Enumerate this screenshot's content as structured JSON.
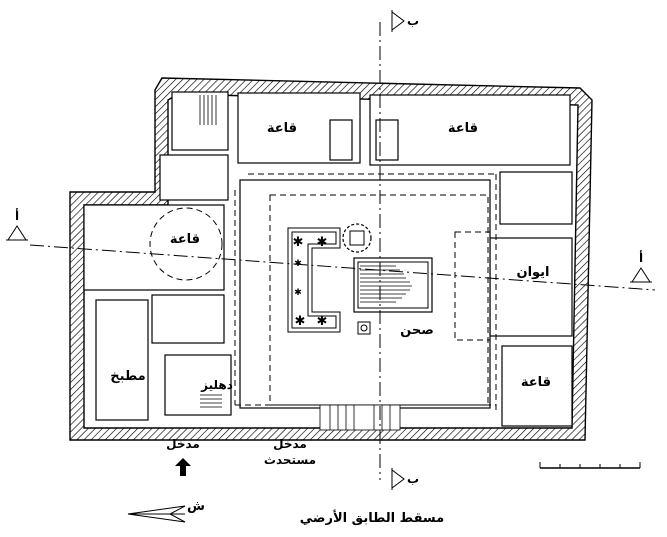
{
  "rooms": {
    "qaa_top_left": "قاعة",
    "qaa_top_right": "قاعة",
    "qaa_left": "قاعة",
    "iwan": "ايوان",
    "qaa_bottom_right": "قاعة",
    "kitchen": "مطبخ",
    "dehliz": "دهليز",
    "sahn": "صحن"
  },
  "entrances": {
    "main": "مدخل",
    "new_line1": "مدخل",
    "new_line2": "مستحدث"
  },
  "section_marks": {
    "alef": "أ",
    "ba": "ب"
  },
  "north_label": "ش",
  "caption": "مسقط الطابق الأرضي"
}
